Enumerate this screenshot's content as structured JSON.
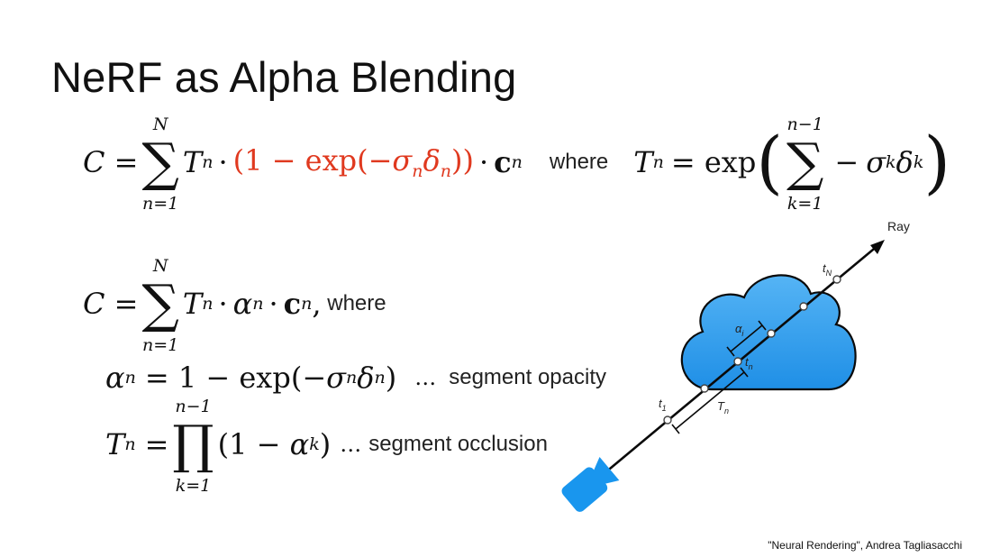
{
  "title": "NeRF as Alpha Blending",
  "eq1": {
    "lhs": "C =",
    "sum_upper": "N",
    "sum_lower": "n=1",
    "T": "T",
    "T_sub": "n",
    "dot1": "·",
    "alpha_expr_open": "(1 − exp(−",
    "sigma": "σ",
    "sigma_sub": "n",
    "delta": "δ",
    "delta_sub": "n",
    "alpha_expr_close": "))",
    "dot2": "·",
    "c": "c",
    "c_sub": "n",
    "where": "where",
    "rhs_T": "T",
    "rhs_T_sub": "n",
    "rhs_eq": "= exp",
    "inner_sum_upper": "n−1",
    "inner_sum_lower": "k=1",
    "inner_term": "−",
    "inner_sigma": "σ",
    "inner_sigma_sub": "k",
    "inner_delta": "δ",
    "inner_delta_sub": "k"
  },
  "eq2": {
    "lhs": "C =",
    "sum_upper": "N",
    "sum_lower": "n=1",
    "T": "T",
    "T_sub": "n",
    "dot1": "·",
    "alpha": "α",
    "alpha_sub": "n",
    "dot2": "·",
    "c": "c",
    "c_sub": "n",
    "comma": ",",
    "where": " where"
  },
  "eq3": {
    "alpha": "α",
    "alpha_sub": "n",
    "body": "= 1 − exp(−",
    "sigma": "σ",
    "sigma_sub": "n",
    "delta": "δ",
    "delta_sub": "n",
    "close": ")",
    "dots": "…",
    "label": "segment opacity"
  },
  "eq4": {
    "T": "T",
    "T_sub": "n",
    "eq": "=",
    "prod_upper": "n−1",
    "prod_lower": "k=1",
    "body_open": "(1 − ",
    "alpha": "α",
    "alpha_sub": "k",
    "body_close": ")",
    "dots": "…",
    "label": "segment occlusion"
  },
  "diagram": {
    "ray_label": "Ray",
    "t1_label": "t",
    "t1_sub": "1",
    "tN_label": "t",
    "tN_sub": "N",
    "tn_label": "t",
    "tn_sub": "n",
    "alpha_i_label": "α",
    "alpha_i_sub": "i",
    "Tn_label": "T",
    "Tn_sub": "n",
    "cloud_color": "#1f8fe6",
    "camera_color": "#1996ee"
  },
  "caption": "\"Neural Rendering\", Andrea Tagliasacchi"
}
